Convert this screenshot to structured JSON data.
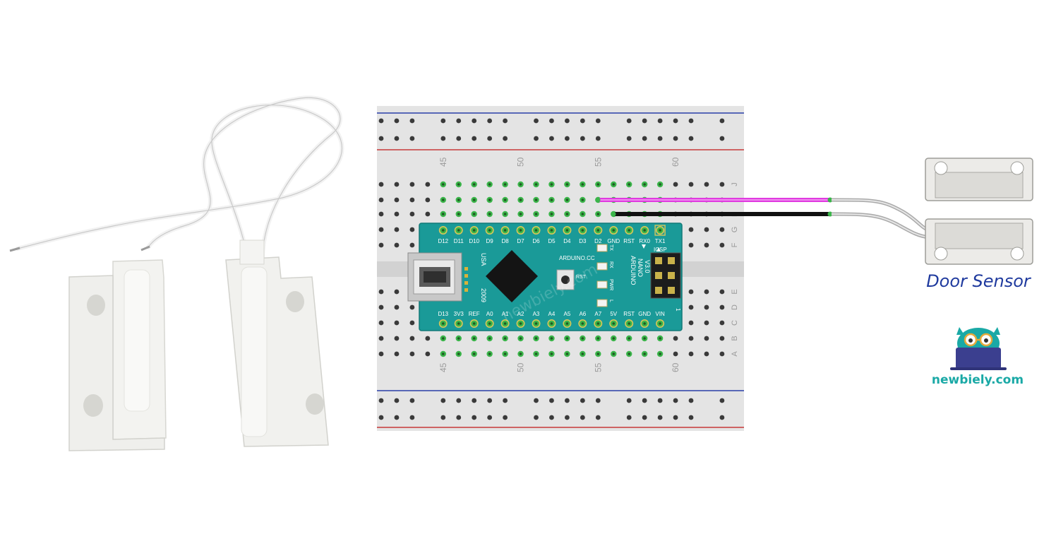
{
  "breadboard": {
    "column_numbers": [
      "45",
      "50",
      "55",
      "60"
    ],
    "row_letters_top": [
      "J",
      "I",
      "H",
      "G",
      "F"
    ],
    "row_letters_bottom": [
      "E",
      "D",
      "C",
      "B",
      "A"
    ]
  },
  "arduino": {
    "top_pins": [
      "D12",
      "D11",
      "D10",
      "D9",
      "D8",
      "D7",
      "D6",
      "D5",
      "D4",
      "D3",
      "D2",
      "GND",
      "RST",
      "RX0",
      "TX1"
    ],
    "bottom_pins": [
      "D13",
      "3V3",
      "REF",
      "A0",
      "A1",
      "A2",
      "A3",
      "A4",
      "A5",
      "A6",
      "A7",
      "5V",
      "RST",
      "GND",
      "VIN"
    ],
    "brand_text": "ARDUINO.CC",
    "board_name": [
      "ARDUINO",
      "NANO",
      "V3.0"
    ],
    "usa_text": "USA",
    "year_text": "2009",
    "rst_label": "RST",
    "led_labels": [
      "TX",
      "RX",
      "PWR",
      "L"
    ],
    "icsp_label": "ICSP",
    "icsp_pin1": "1"
  },
  "watermark": "newbiely.com",
  "caption": "Door Sensor",
  "brand": "newbiely.com",
  "colors": {
    "breadboard": "#e4e4e4",
    "arduino_pcb": "#1a9a98",
    "wire_signal": "#e03ae0",
    "wire_ground": "#111111",
    "highlight_hole": "#3bb54a",
    "caption": "#1f3a9e",
    "brand": "#1aa9a6"
  }
}
